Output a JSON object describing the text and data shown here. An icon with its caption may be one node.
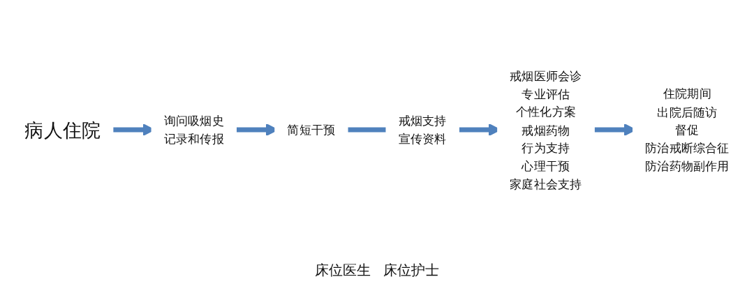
{
  "diagram": {
    "nodes": [
      {
        "text": [
          "病人住院"
        ]
      },
      {
        "text": [
          "询问吸烟史",
          "记录和传报"
        ]
      },
      {
        "text": [
          "简短干预"
        ]
      },
      {
        "text": [
          "戒烟支持",
          "宣传资料"
        ]
      },
      {
        "text": [
          "戒烟医师会诊",
          "专业评估",
          "个性化方案",
          "戒烟药物",
          "行为支持",
          "心理干预",
          "家庭社会支持"
        ]
      },
      {
        "text": [
          "住院期间",
          "出院后随访",
          "督促",
          "防治戒断综合征",
          "防治药物副作用"
        ]
      }
    ],
    "edges": [
      {
        "from": 0,
        "to": 1,
        "arrow": "to"
      },
      {
        "from": 1,
        "to": 2,
        "arrow": "to"
      },
      {
        "from": 2,
        "to": 3,
        "arrow": "none"
      },
      {
        "from": 3,
        "to": 4,
        "arrow": "to"
      },
      {
        "from": 4,
        "to": 5,
        "arrow": "to"
      }
    ],
    "labels": [
      "床位医生",
      "床位护士"
    ]
  }
}
